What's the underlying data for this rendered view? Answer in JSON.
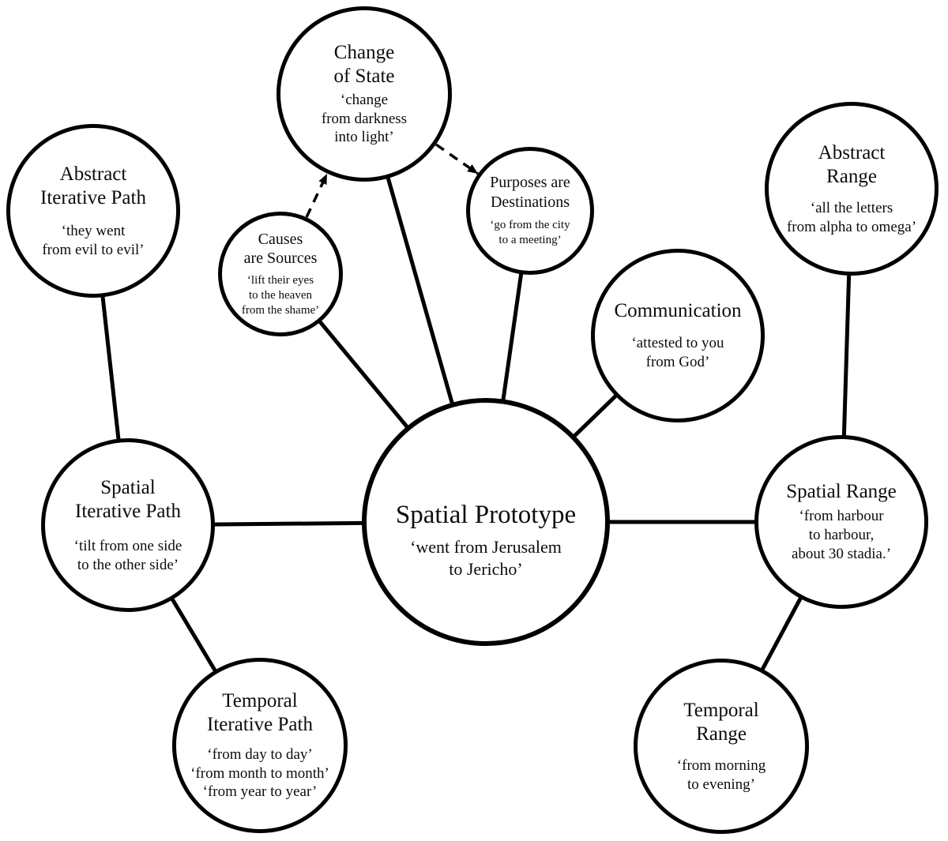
{
  "colors": {
    "background": "#ffffff",
    "stroke": "#000000",
    "text": "#0d0d0d"
  },
  "nodes": {
    "spatial_prototype": {
      "title": [
        "Spatial Prototype"
      ],
      "quote": [
        "‘went from Jerusalem",
        "to Jericho’"
      ]
    },
    "change_of_state": {
      "title": [
        "Change",
        "of State"
      ],
      "quote": [
        "‘change",
        "from darkness",
        "into light’"
      ]
    },
    "causes_are_sources": {
      "title": [
        "Causes",
        "are Sources"
      ],
      "quote": [
        "‘lift their eyes",
        "to the heaven",
        "from the shame’"
      ]
    },
    "purposes_are_destinations": {
      "title": [
        "Purposes are",
        "Destinations"
      ],
      "quote": [
        "‘go from the city",
        "to a meeting’"
      ]
    },
    "communication": {
      "title": [
        "Communication"
      ],
      "quote": [
        "‘attested to you",
        "from God’"
      ]
    },
    "abstract_iterative_path": {
      "title": [
        "Abstract",
        "Iterative Path"
      ],
      "quote": [
        "‘they went",
        "from evil to evil’"
      ]
    },
    "spatial_iterative_path": {
      "title": [
        "Spatial",
        "Iterative Path"
      ],
      "quote": [
        "‘tilt from one side",
        "to the other side’"
      ]
    },
    "temporal_iterative_path": {
      "title": [
        "Temporal",
        "Iterative Path"
      ],
      "quote": [
        "‘from day to day’",
        "‘from month to month’",
        "‘from year to year’"
      ]
    },
    "abstract_range": {
      "title": [
        "Abstract",
        "Range"
      ],
      "quote": [
        "‘all the letters",
        "from alpha to omega’"
      ]
    },
    "spatial_range": {
      "title": [
        "Spatial Range"
      ],
      "quote": [
        "‘from harbour",
        "to harbour,",
        "about 30 stadia.’"
      ]
    },
    "temporal_range": {
      "title": [
        "Temporal",
        "Range"
      ],
      "quote": [
        "‘from morning",
        "to evening’"
      ]
    }
  },
  "edges": [
    {
      "from": "abstract_iterative_path",
      "to": "spatial_iterative_path",
      "type": "line"
    },
    {
      "from": "spatial_iterative_path",
      "to": "spatial_prototype",
      "type": "line"
    },
    {
      "from": "spatial_iterative_path",
      "to": "temporal_iterative_path",
      "type": "line"
    },
    {
      "from": "causes_are_sources",
      "to": "spatial_prototype",
      "type": "line"
    },
    {
      "from": "change_of_state",
      "to": "spatial_prototype",
      "type": "line"
    },
    {
      "from": "purposes_are_destinations",
      "to": "spatial_prototype",
      "type": "line"
    },
    {
      "from": "communication",
      "to": "spatial_prototype",
      "type": "line"
    },
    {
      "from": "spatial_prototype",
      "to": "spatial_range",
      "type": "line"
    },
    {
      "from": "abstract_range",
      "to": "spatial_range",
      "type": "line"
    },
    {
      "from": "spatial_range",
      "to": "temporal_range",
      "type": "line"
    },
    {
      "from": "causes_are_sources",
      "to": "change_of_state",
      "type": "dashed_arrow"
    },
    {
      "from": "change_of_state",
      "to": "purposes_are_destinations",
      "type": "dashed_arrow"
    }
  ]
}
